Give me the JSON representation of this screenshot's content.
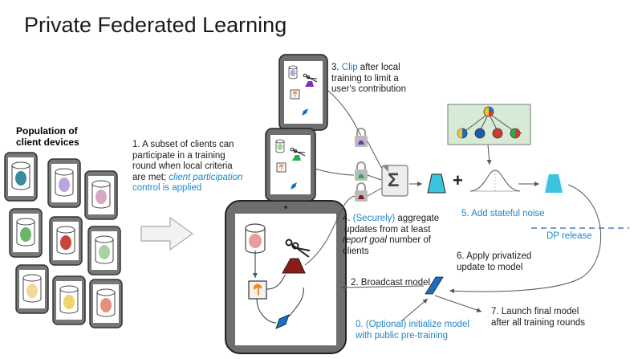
{
  "title": "Private Federated Learning",
  "population": {
    "line1": "Population of",
    "line2": "client devices"
  },
  "step1": {
    "line1": "1. A subset of clients can",
    "line2": "participate in a training",
    "line3": "round when local criteria",
    "line4a": "are met; ",
    "line4b": "client participation",
    "line5": "control is applied"
  },
  "step3": {
    "prefix": "3. ",
    "clip": "Clip",
    "line1rest": " after local",
    "line2": "training to limit a",
    "line3": "user's contribution"
  },
  "step4": {
    "prefix": "4. ",
    "securely": "(Securely)",
    "line1rest": " aggregate",
    "line2": "updates from at least",
    "line3a": "report goal",
    "line3b": " number of",
    "line4": "clients"
  },
  "step5": "5. Add stateful noise",
  "dp_release": "DP release",
  "step6": {
    "line1": "6. Apply privatized",
    "line2": "update to model"
  },
  "step2": "2. Broadcast model",
  "step0": {
    "line1": "0. (Optional) initialize model",
    "line2": "with public pre-training"
  },
  "step7": {
    "line1": "7. Launch final model",
    "line2": "after all training rounds"
  },
  "symbols": {
    "sigma": "Σ",
    "plus": "+"
  },
  "colors": {
    "blue_text": "#1f86c4",
    "model_cyan": "#3cc3e0",
    "update_darkred": "#8b1a1a",
    "lock_purple": "#7a2fc4",
    "lock_green": "#22b14c",
    "lock_red": "#8b1a1a",
    "model_blue": "#1a6fc0",
    "tree_panel": "#d6ead6"
  },
  "icons": [
    "lock-icon",
    "scissors-icon",
    "tensorflow-icon",
    "sigma-icon",
    "database-icon",
    "arrow-right-icon",
    "tree-icon",
    "gaussian-icon"
  ]
}
